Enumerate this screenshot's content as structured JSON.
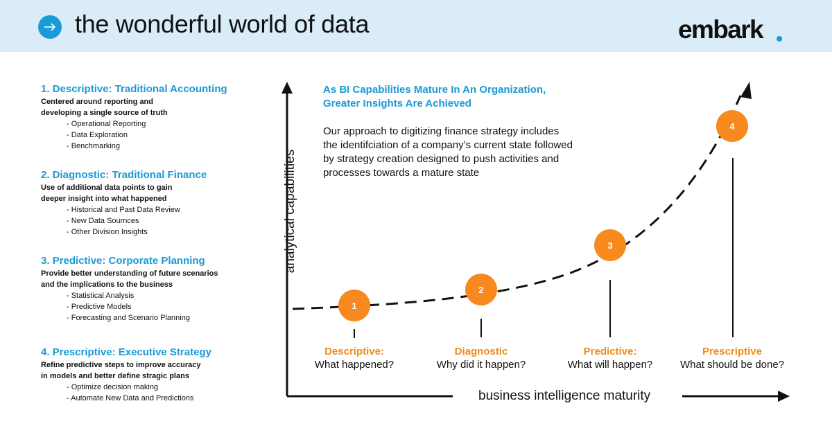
{
  "header": {
    "title": "the wonderful world of data",
    "logo_text": "embark",
    "colors": {
      "band": "#d9ecf8",
      "accent": "#1a9ad6"
    },
    "icon": "arrow-right-circle-icon"
  },
  "sections": [
    {
      "title": "1. Descriptive: Traditional Accounting",
      "desc": [
        "Centered around reporting and",
        "developing a single source of truth"
      ],
      "items": [
        "- Operational Reporting",
        "- Data Exploration",
        "- Benchmarking"
      ]
    },
    {
      "title": "2. Diagnostic: Traditional Finance",
      "desc": [
        "Use of additional data points to gain",
        "deeper insight into what happened"
      ],
      "items": [
        "- Historical and Past Data Review",
        "- New Data Sournces",
        "- Other Division Insights"
      ]
    },
    {
      "title": "3. Predictive: Corporate Planning",
      "desc": [
        "Provide better understanding of future scenarios",
        "and the implications to the business"
      ],
      "items": [
        "- Statistical Analysis",
        "- Predictive Models",
        "- Forecasting and Scenario Planning"
      ]
    },
    {
      "title": "4. Prescriptive: Executive Strategy",
      "desc": [
        "Refine predictive steps to improve accuracy",
        "in models and better define stragic plans"
      ],
      "items": [
        "- Optimize decision making",
        "- Automate New Data and Predictions"
      ]
    }
  ],
  "diagram": {
    "heading": [
      "As BI Capabilities Mature In An Organization,",
      "Greater Insights Are Achieved"
    ],
    "body": [
      "Our approach to digitizing finance strategy includes",
      "the identifciation of a company’s current state followed",
      "by strategy creation designed to push activities and",
      "processes towards a mature state"
    ],
    "y_axis_label": "analytical capabilities",
    "x_axis_label": "business intelligence maturity",
    "node_color": "#f7891e",
    "stage_color": "#f28c16",
    "stages": [
      {
        "num": "1",
        "name": "Descriptive:",
        "question": "What happened?"
      },
      {
        "num": "2",
        "name": "Diagnostic",
        "question": "Why did it happen?"
      },
      {
        "num": "3",
        "name": "Predictive:",
        "question": "What will happen?"
      },
      {
        "num": "4",
        "name": "Prescriptive",
        "question": "What should be done?"
      }
    ]
  }
}
